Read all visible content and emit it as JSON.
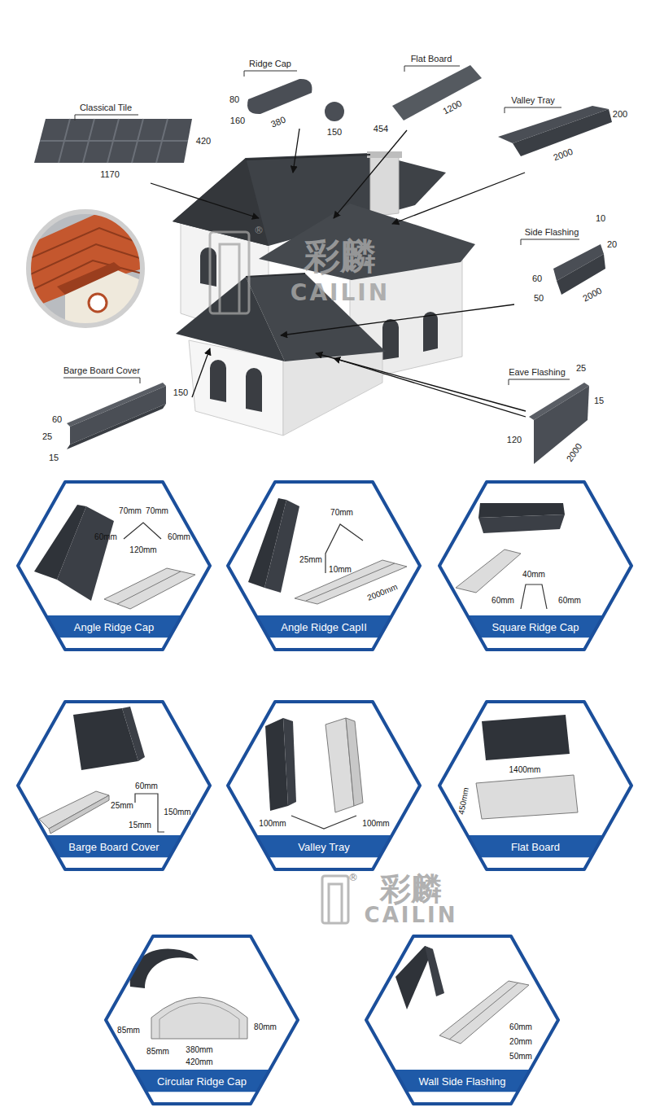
{
  "diagram": {
    "nodes": [
      {
        "text": [
          "Angle Ridge Cap",
          "70mm",
          "70mm",
          "60mm",
          "60mm",
          "120mm"
        ]
      },
      {
        "text": [
          "Angle Ridge CapII",
          "70mm",
          "25mm",
          "10mm",
          "2000mm"
        ]
      },
      {
        "text": [
          "Square Ridge Cap",
          "40mm",
          "60mm",
          "60mm"
        ]
      },
      {
        "text": [
          "Barge Board Cover",
          "60mm",
          "25mm",
          "150mm",
          "15mm"
        ]
      },
      {
        "text": [
          "Valley Tray",
          "100mm",
          "100mm"
        ]
      },
      {
        "text": [
          "Flat Board",
          "450mm",
          "1400mm"
        ]
      },
      {
        "text": [
          "Circular Ridge Cap",
          "85mm",
          "85mm",
          "380mm",
          "420mm",
          "80mm"
        ]
      },
      {
        "text": [
          "Wall Side Flashing",
          "60mm",
          "20mm",
          "50mm"
        ]
      }
    ],
    "labels": [
      "Classical Tile",
      "420",
      "1170",
      "Ridge Cap",
      "80",
      "160",
      "380",
      "150",
      "Flat Board",
      "454",
      "1200",
      "Valley Tray",
      "200",
      "2000",
      "®",
      "彩麟",
      "CAILIN",
      "Side Flashing",
      "10",
      "20",
      "60",
      "50",
      "2000",
      "Barge Board Cover",
      "150",
      "60",
      "25",
      "15",
      "Eave Flashing",
      "25",
      "15",
      "120",
      "2000",
      "®",
      "彩麟",
      "CAILIN"
    ]
  }
}
